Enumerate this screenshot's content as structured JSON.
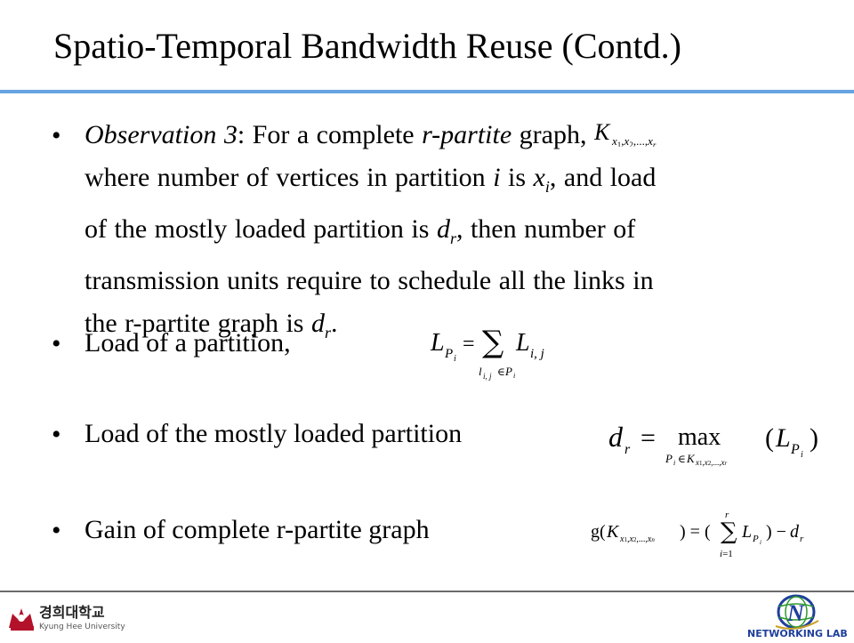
{
  "slide": {
    "title": "Spatio-Temporal Bandwidth Reuse (Contd.)"
  },
  "observation": {
    "label": "Observation 3",
    "text_a": ": For a complete ",
    "term_r_partite": "r-partite",
    "text_b": " graph,",
    "line2_a": "where  number of vertices in partition ",
    "var_i": "i",
    "line2_b": " is ",
    "var_x": "x",
    "sub_i": "i",
    "line2_c": ", and load",
    "line3_a": "of the mostly loaded partition is ",
    "var_d": "d",
    "sub_r": "r",
    "line3_b": ", then number of",
    "line4": "transmission units require to schedule all the links in",
    "line5_a": "the r-partite graph is ",
    "line5_b": "."
  },
  "bullets": {
    "load_partition": "Load of a partition,",
    "mostly_loaded": "Load of the mostly loaded partition",
    "gain": "Gain of complete r-partite graph"
  },
  "formulas": {
    "k_graph": "K x1,x2,...,xr",
    "load_formula": "L_Pi = Σ_{l_i,j ∈ P_i} L_i,j",
    "max_formula": "d_r = max_{P_i ∈ K_x1,x2,...,xr} (L_Pi)",
    "gain_formula": "g(K_x1,x2,...,xn) = (Σ_{i=1}^{r} L_Pi) − d_r"
  },
  "footer": {
    "left_logo_korean": "경희대학교",
    "left_logo_english": "Kyung Hee University",
    "right_logo_text": "NETWORKING LAB"
  },
  "colors": {
    "title_rule": "#66a3e0",
    "footer_rule": "#6b6b6b",
    "left_logo_red": "#b3122a",
    "right_logo_blue": "#1f3f9c",
    "right_logo_green": "#2d9c2d"
  }
}
